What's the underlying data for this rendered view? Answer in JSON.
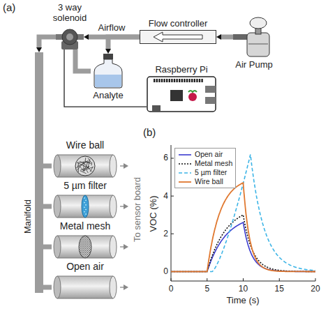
{
  "diagram": {
    "nodes": [
      {
        "text": [
          "3 way solenoid"
        ]
      },
      {
        "text": [
          "Flow controller"
        ]
      },
      {
        "text": [
          "Air Pump"
        ]
      },
      {
        "text": [
          "Analyte"
        ]
      },
      {
        "text": [
          "Raspberry Pi"
        ]
      },
      {
        "text": [
          "Manifold"
        ]
      },
      {
        "text": [
          "Wire ball"
        ]
      },
      {
        "text": [
          "5 µm filter"
        ]
      },
      {
        "text": [
          "Metal mesh"
        ]
      },
      {
        "text": [
          "Open air"
        ]
      }
    ],
    "edges": [
      {
        "from": 2,
        "to": 1,
        "arrow": "to"
      },
      {
        "from": 1,
        "to": 0,
        "label": "Airflow",
        "arrow": "to"
      },
      {
        "from": 1,
        "to": 3,
        "arrow": "to"
      },
      {
        "from": 3,
        "to": 0,
        "arrow": "none"
      },
      {
        "from": 4,
        "to": 0,
        "arrow": "none"
      },
      {
        "from": 0,
        "to": 5,
        "arrow": "to"
      },
      {
        "from": 5,
        "to": 6,
        "arrow": "none"
      },
      {
        "from": 5,
        "to": 7,
        "arrow": "none"
      },
      {
        "from": 5,
        "to": 8,
        "arrow": "none"
      },
      {
        "from": 5,
        "to": 9,
        "arrow": "none"
      }
    ],
    "labels": [
      "(a)",
      "(b)",
      "To sensor board",
      "VOC (%)",
      "Time (s)",
      "0",
      "2",
      "4",
      "6",
      "0",
      "5",
      "10",
      "15",
      "20"
    ],
    "legend": [
      {
        "text": "Open air"
      },
      {
        "text": "Metal mesh"
      },
      {
        "text": "5 µm filter"
      },
      {
        "text": "Wire ball"
      }
    ]
  }
}
